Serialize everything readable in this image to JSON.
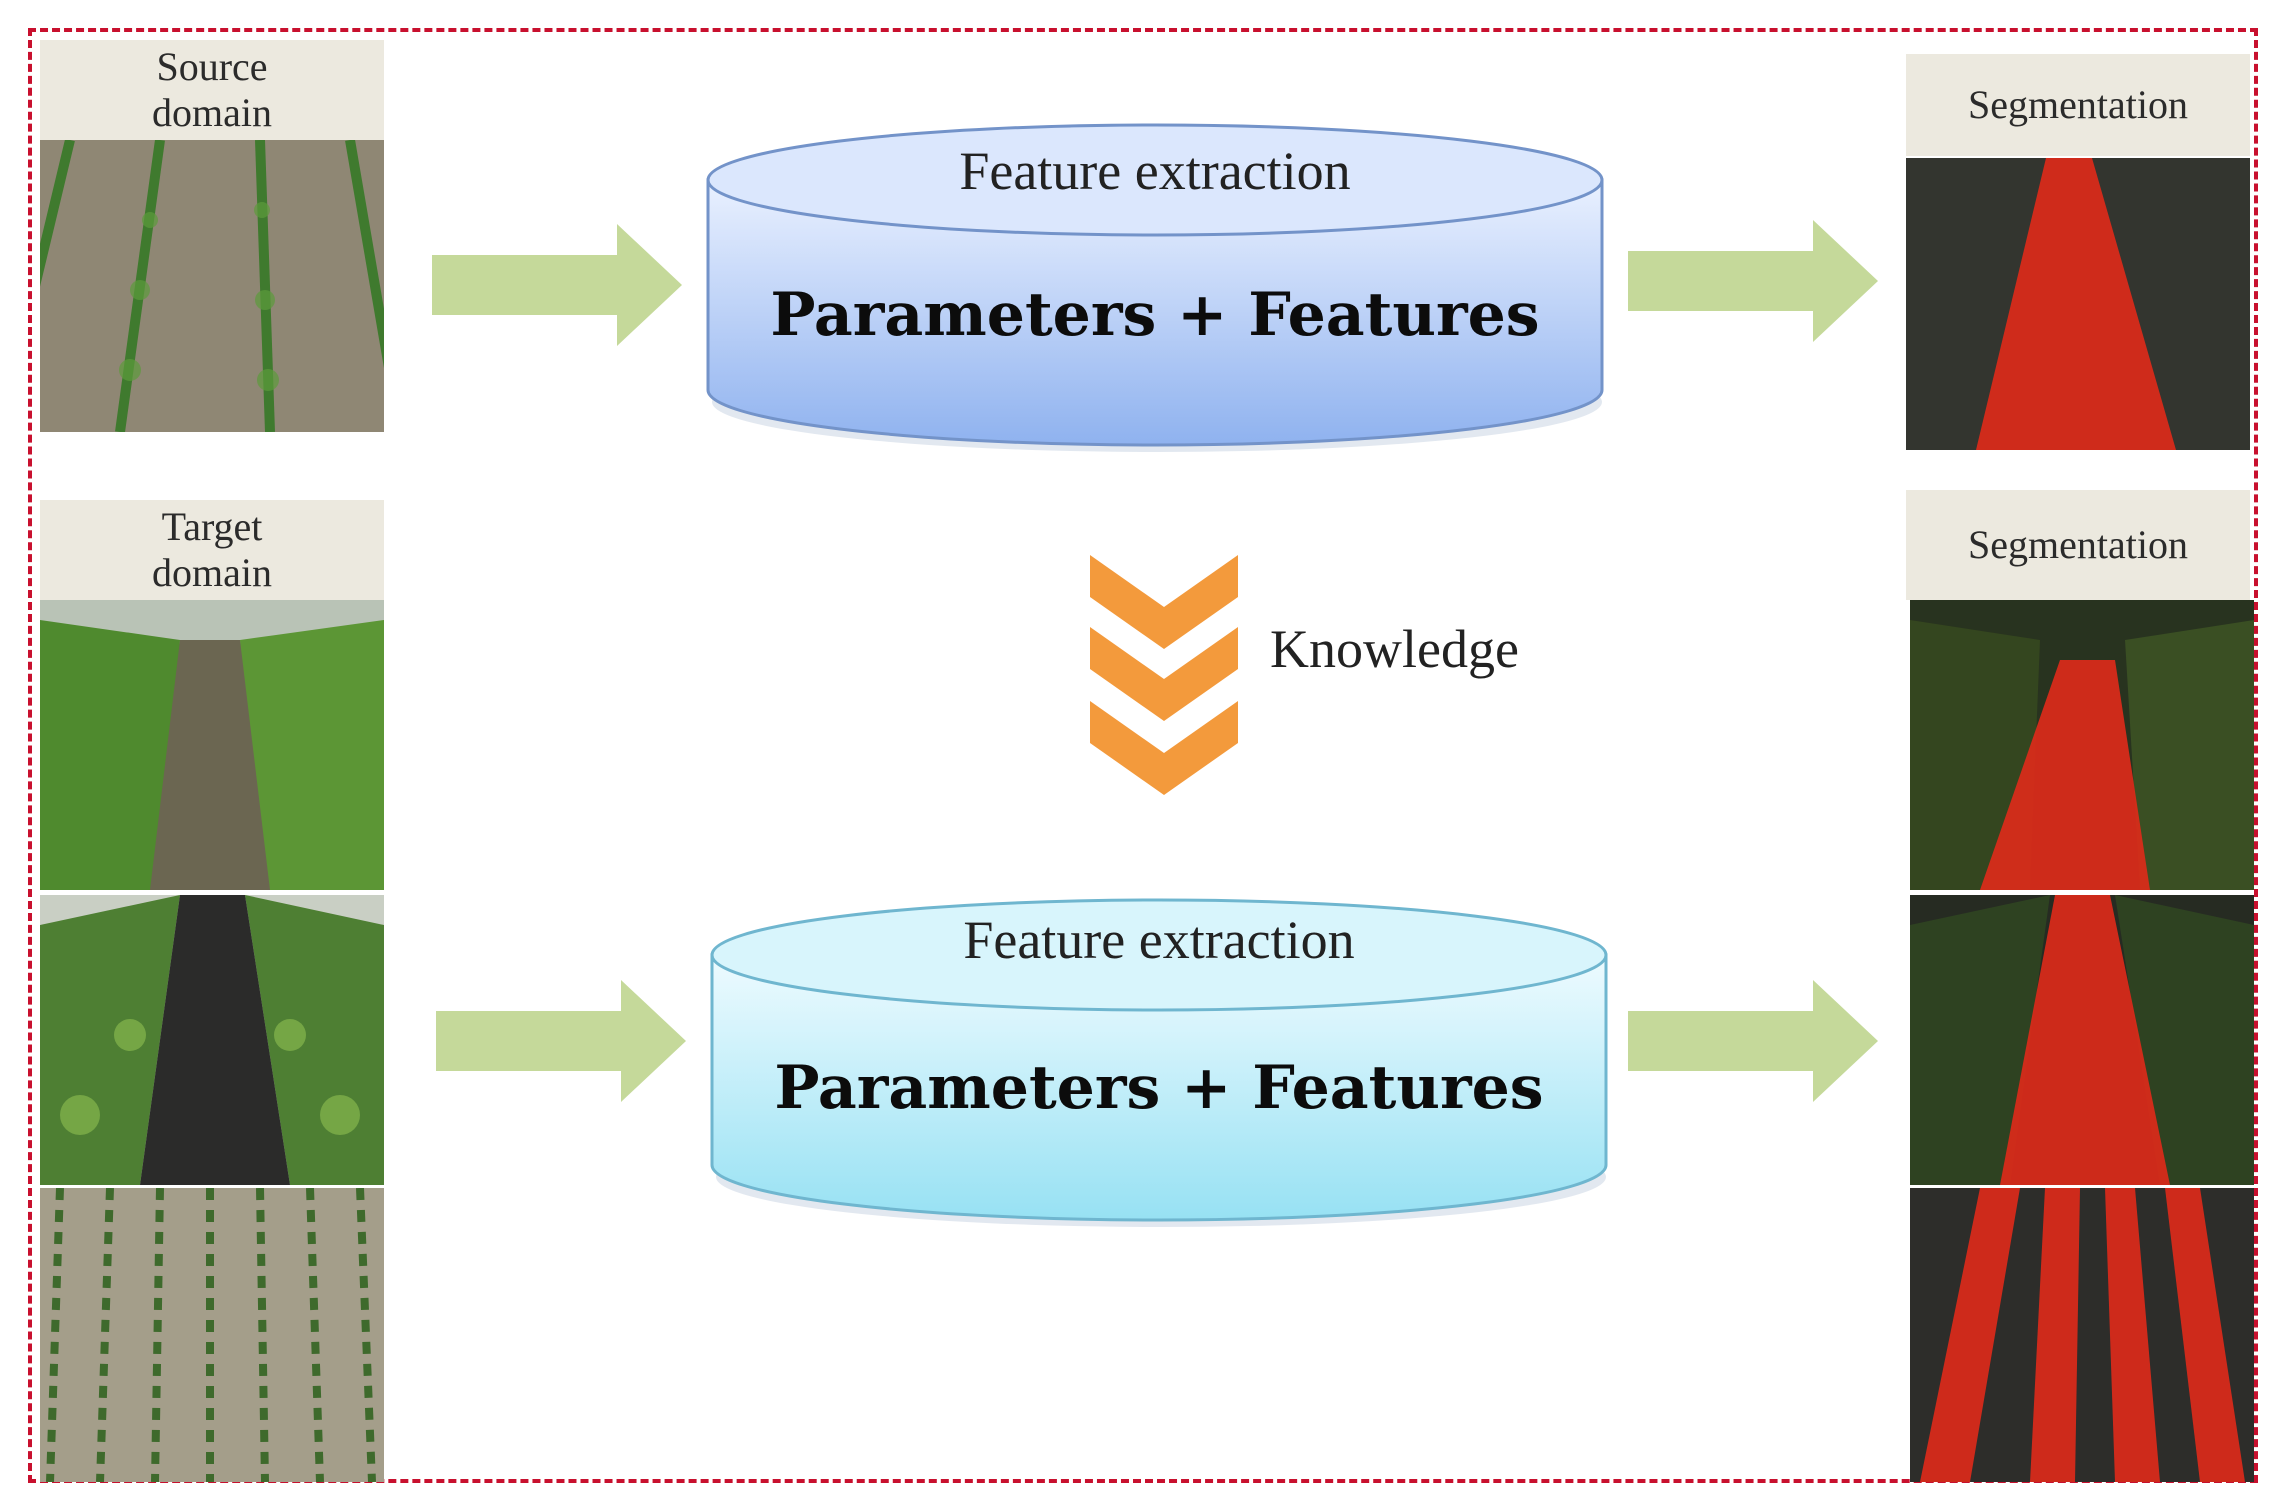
{
  "source": {
    "label": "Source domain"
  },
  "target": {
    "label": "Target domain"
  },
  "top_box": {
    "title": "Feature extraction",
    "content": "Parameters + Features"
  },
  "bottom_box": {
    "title": "Feature extraction",
    "content": "Parameters + Features"
  },
  "knowledge": {
    "label": "Knowledge"
  },
  "output_top": {
    "label": "Segmentation"
  },
  "output_bottom": {
    "label": "Segmentation"
  },
  "colors": {
    "frame": "#c8102e",
    "arrow": "#c5d99a",
    "chevron": "#f39a3c",
    "top_cylinder": "#a9c4f5",
    "bottom_cylinder": "#b3ecf7",
    "mask": "#e02a1a"
  }
}
